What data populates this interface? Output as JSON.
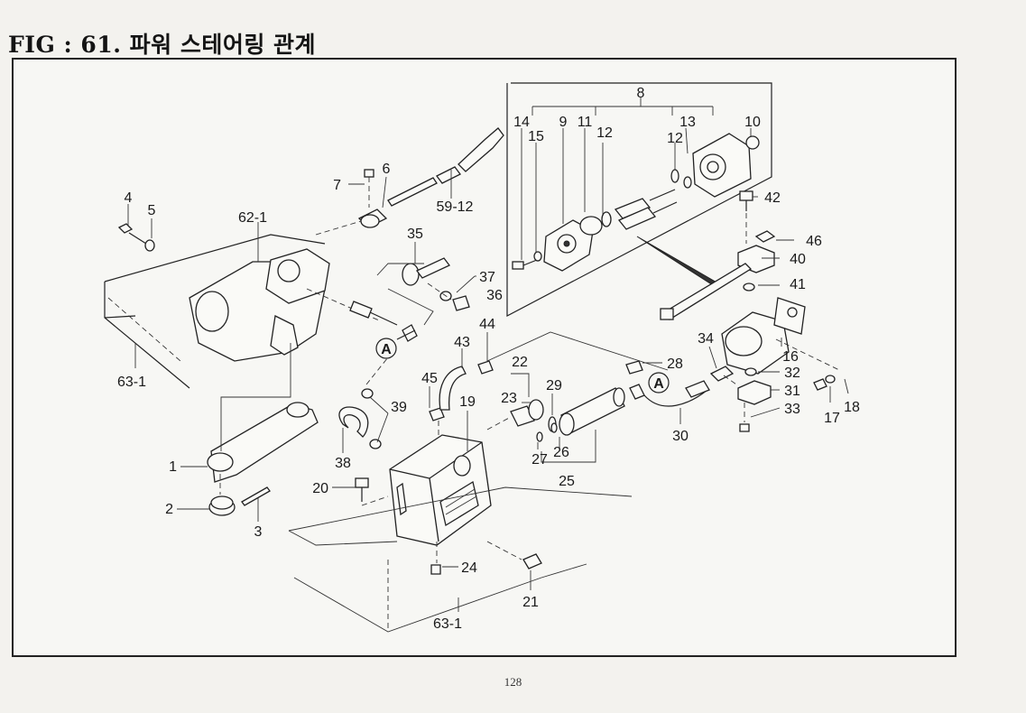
{
  "figure": {
    "title": "FIG : 61.  파워 스테어링 관계",
    "page_number": "128"
  },
  "callouts": {
    "c1": "1",
    "c2": "2",
    "c3": "3",
    "c4": "4",
    "c5": "5",
    "c6": "6",
    "c7": "7",
    "c8": "8",
    "c9": "9",
    "c10": "10",
    "c11": "11",
    "c12a": "12",
    "c12b": "12",
    "c13": "13",
    "c14": "14",
    "c15": "15",
    "c16": "16",
    "c17": "17",
    "c18": "18",
    "c19": "19",
    "c20": "20",
    "c21": "21",
    "c22": "22",
    "c23": "23",
    "c24": "24",
    "c25": "25",
    "c26": "26",
    "c27": "27",
    "c28": "28",
    "c29": "29",
    "c30": "30",
    "c31": "31",
    "c32": "32",
    "c33": "33",
    "c34": "34",
    "c35": "35",
    "c36": "36",
    "c37": "37",
    "c38": "38",
    "c39": "39",
    "c40": "40",
    "c41": "41",
    "c42": "42",
    "c43": "43",
    "c44": "44",
    "c45": "45",
    "c46": "46",
    "c59_12": "59-12",
    "c62_1": "62-1",
    "c63_1a": "63-1",
    "c63_1b": "63-1"
  },
  "connection_marks": {
    "a1": "A",
    "a2": "A"
  }
}
